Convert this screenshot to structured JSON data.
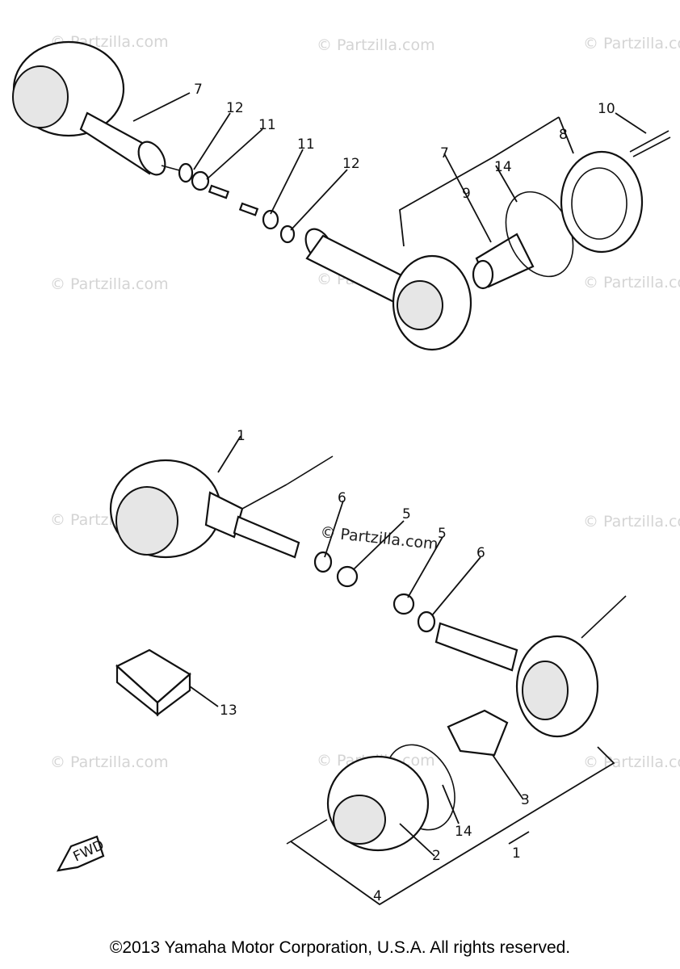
{
  "watermark": "© Partzilla.com",
  "callouts": {
    "c1a": "1",
    "c1b": "1",
    "c2": "2",
    "c3": "3",
    "c4": "4",
    "c5a": "5",
    "c5b": "5",
    "c6a": "6",
    "c6b": "6",
    "c7a": "7",
    "c7b": "7",
    "c8": "8",
    "c9": "9",
    "c10": "10",
    "c11a": "11",
    "c11b": "11",
    "c12a": "12",
    "c12b": "12",
    "c13": "13",
    "c14a": "14",
    "c14b": "14"
  },
  "fwd_label": "FWD",
  "copyright": "©2013 Yamaha Motor Corporation, U.S.A. All rights reserved."
}
